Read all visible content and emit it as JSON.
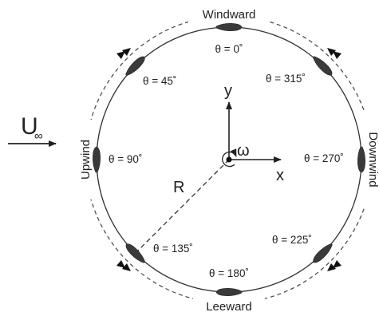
{
  "regions": {
    "windward": "Windward",
    "leeward": "Leeward",
    "upwind": "Upwind",
    "downwind": "Downwind"
  },
  "freestream": {
    "label": "U",
    "subscript": "∞"
  },
  "axes": {
    "x": "x",
    "y": "y",
    "omega": "ω",
    "radius": "R"
  },
  "blades": [
    {
      "angle_deg": 0,
      "label": "θ = 0˚"
    },
    {
      "angle_deg": 45,
      "label": "θ = 45˚"
    },
    {
      "angle_deg": 90,
      "label": "θ = 90˚"
    },
    {
      "angle_deg": 135,
      "label": "θ = 135˚"
    },
    {
      "angle_deg": 180,
      "label": "θ = 180˚"
    },
    {
      "angle_deg": 225,
      "label": "θ = 225˚"
    },
    {
      "angle_deg": 270,
      "label": "θ = 270˚"
    },
    {
      "angle_deg": 315,
      "label": "θ = 315˚"
    }
  ]
}
